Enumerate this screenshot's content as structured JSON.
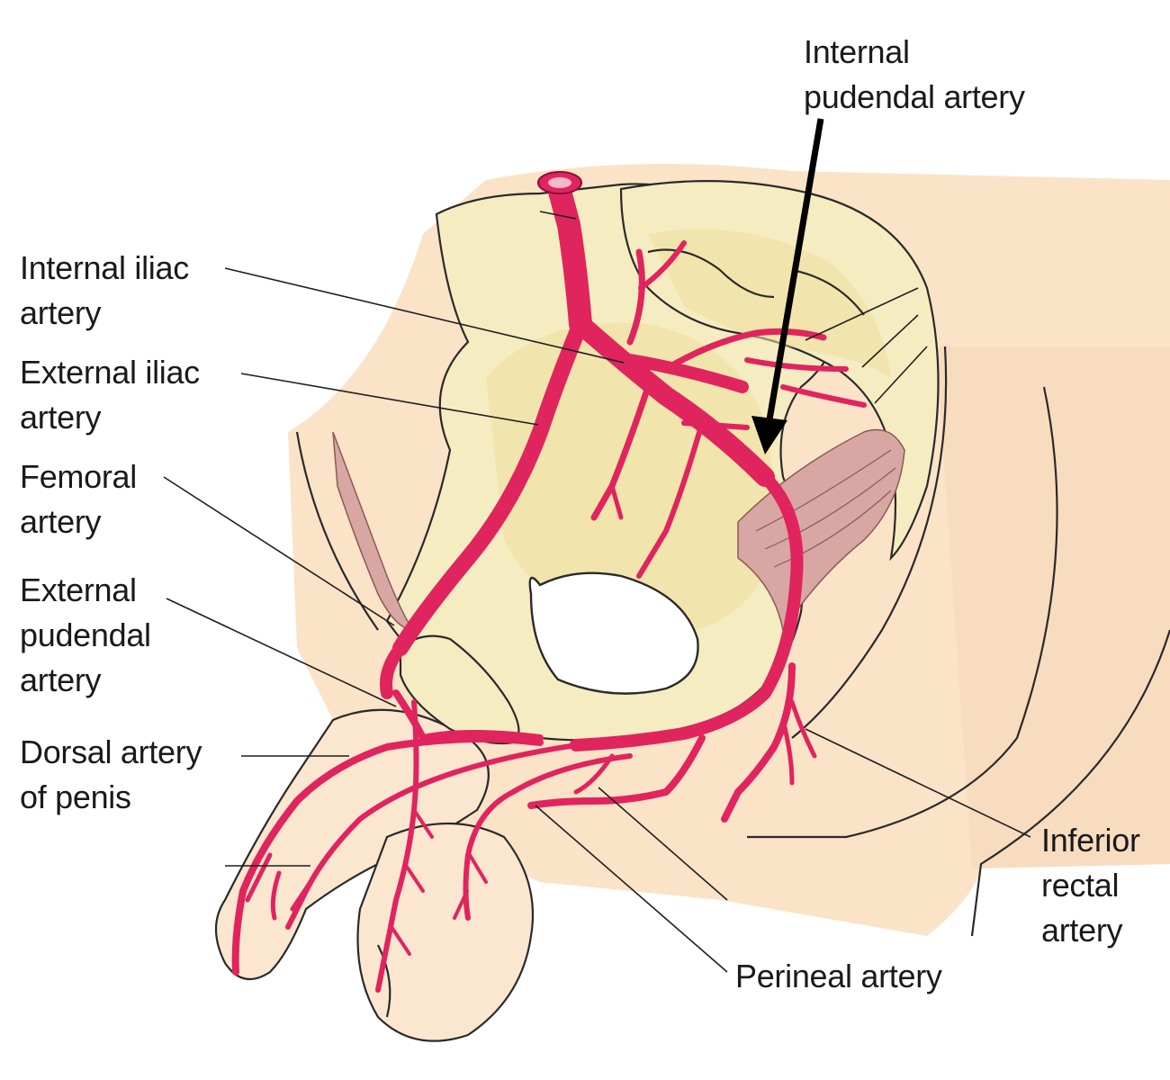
{
  "labels": {
    "internal_pudendal": [
      "Internal",
      "pudendal artery"
    ],
    "internal_iliac": [
      "Internal iliac",
      "artery"
    ],
    "external_iliac": [
      "External iliac",
      "artery"
    ],
    "femoral": [
      "Femoral",
      "artery"
    ],
    "external_pudendal": [
      "External",
      "pudendal",
      "artery"
    ],
    "dorsal_artery": [
      "Dorsal artery",
      "of penis"
    ],
    "inferior_rectal": [
      "Inferior",
      "rectal",
      "artery"
    ],
    "perineal": [
      "Perineal artery"
    ]
  },
  "colors": {
    "artery": "#e0245e",
    "bone": "#f6ecc2",
    "skin": "#fbe6cf",
    "muscle": "#d9a7a3"
  }
}
